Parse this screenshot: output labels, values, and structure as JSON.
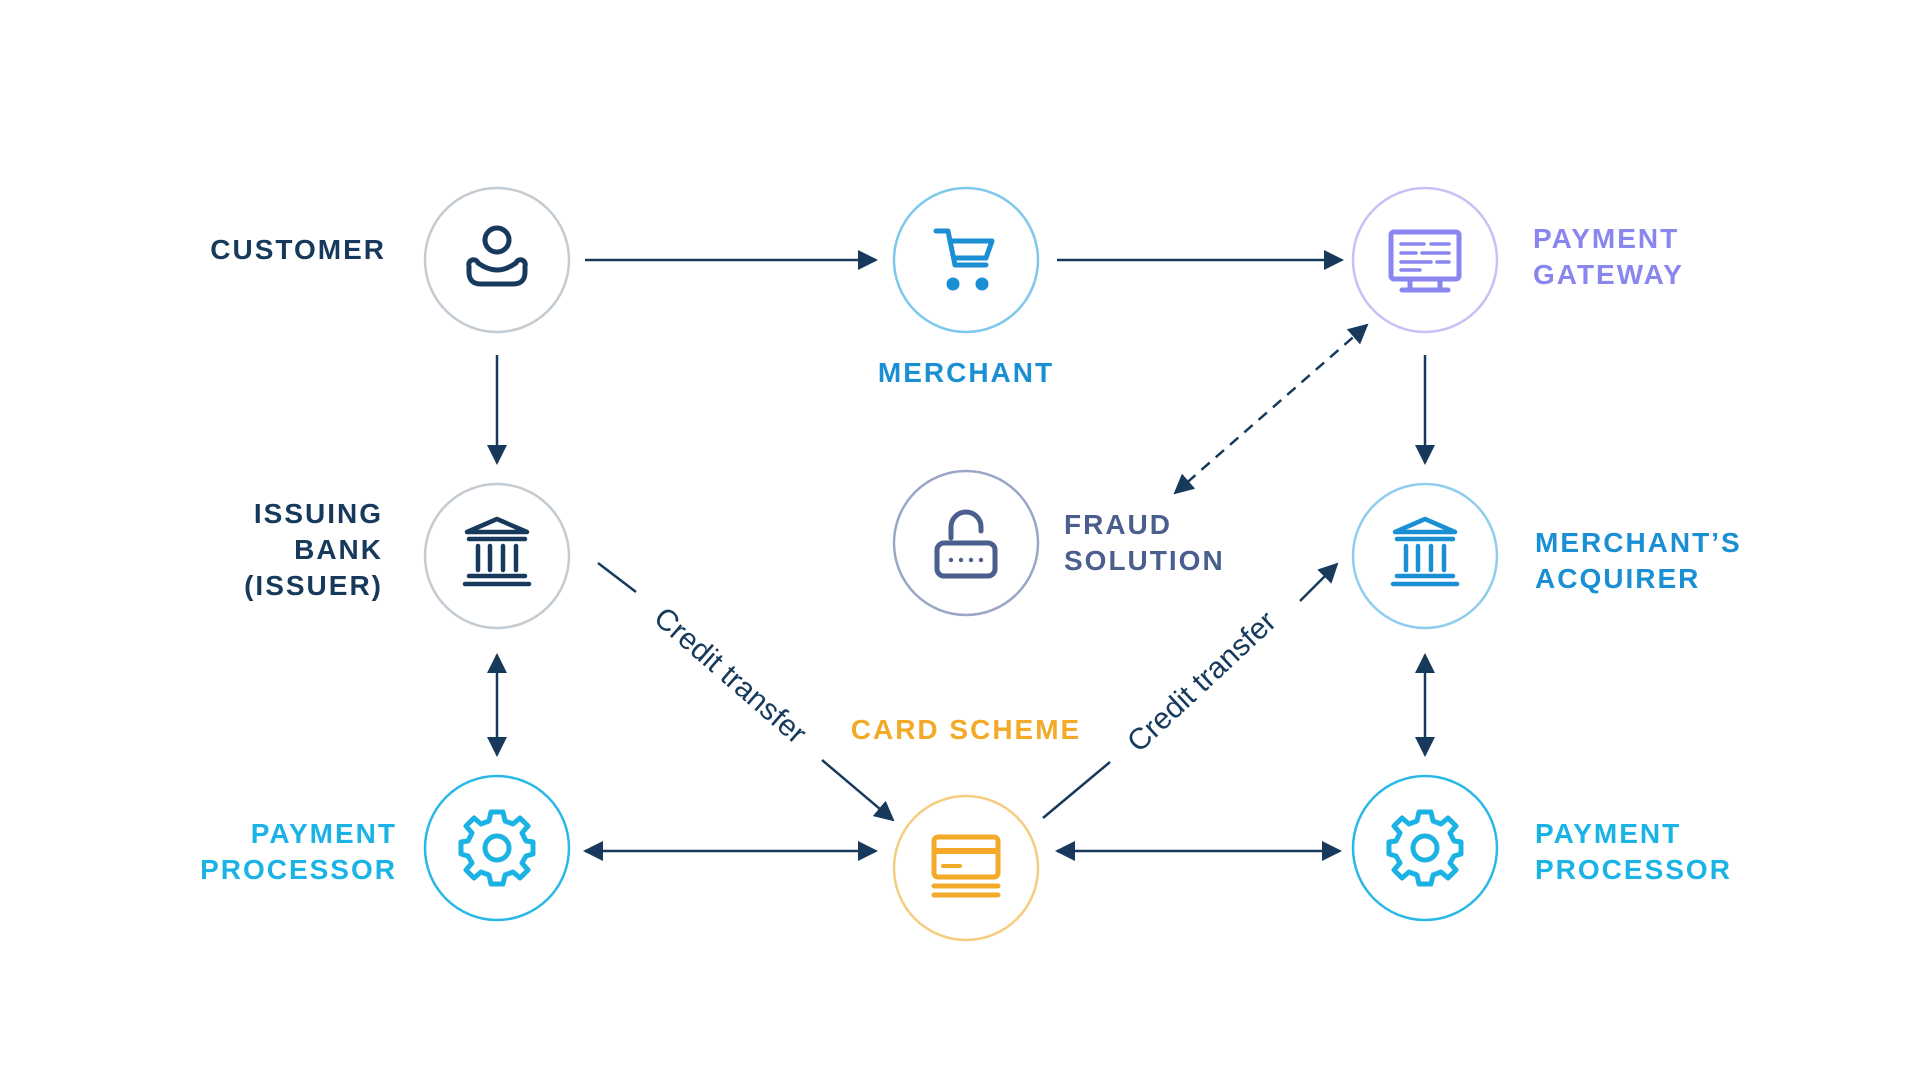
{
  "colors": {
    "navy": "#173a5c",
    "blue": "#1a8fd3",
    "cyan": "#1bb3e6",
    "violet": "#8a86f0",
    "slate": "#4a5f8e",
    "amber": "#f2aa28",
    "gray_ring": "#c3ccd3"
  },
  "nodes": {
    "customer": {
      "lines": [
        "CUSTOMER"
      ],
      "icon": "person-icon"
    },
    "merchant": {
      "lines": [
        "MERCHANT"
      ],
      "icon": "shopping-cart-icon"
    },
    "gateway": {
      "lines": [
        "PAYMENT",
        "GATEWAY"
      ],
      "icon": "monitor-icon"
    },
    "issuer": {
      "lines": [
        "ISSUING",
        "BANK",
        "(ISSUER)"
      ],
      "icon": "bank-icon"
    },
    "fraud": {
      "lines": [
        "FRAUD",
        "SOLUTION"
      ],
      "icon": "padlock-icon"
    },
    "acquirer": {
      "lines": [
        "MERCHANT’S",
        "ACQUIRER"
      ],
      "icon": "bank-icon"
    },
    "processor_left": {
      "lines": [
        "PAYMENT",
        "PROCESSOR"
      ],
      "icon": "gear-icon"
    },
    "card_scheme": {
      "lines": [
        "CARD SCHEME"
      ],
      "icon": "credit-card-icon"
    },
    "processor_right": {
      "lines": [
        "PAYMENT",
        "PROCESSOR"
      ],
      "icon": "gear-icon"
    }
  },
  "edges": {
    "issuer_to_scheme": "Credit transfer",
    "scheme_to_acquirer": "Credit transfer"
  }
}
